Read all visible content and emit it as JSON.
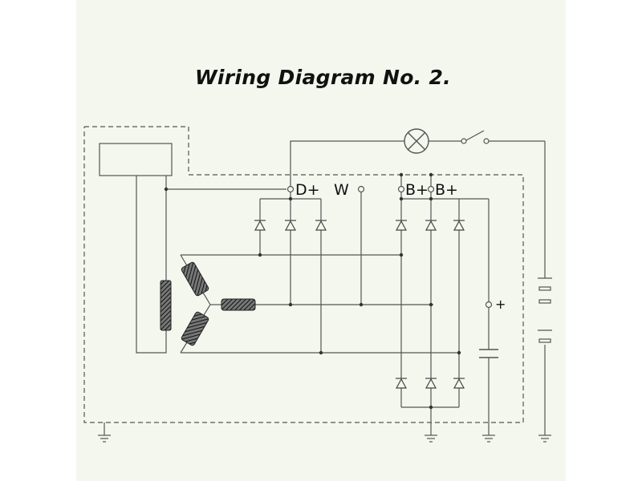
{
  "title": "Wiring Diagram No. 2.",
  "terminals": {
    "d_plus": "D+",
    "w": "W",
    "b_plus_1": "B+",
    "b_plus_2": "B+"
  },
  "capacitor_label": "+",
  "colors": {
    "line": "#555555",
    "background": "#f3f7ee",
    "coil": "#333333",
    "title": "#111111"
  },
  "icons": [
    "warning-lamp-icon",
    "switch-icon",
    "battery-icon",
    "capacitor-icon",
    "diode-icon",
    "ground-icon",
    "stator-coil-icon",
    "rotor-coil-icon"
  ]
}
